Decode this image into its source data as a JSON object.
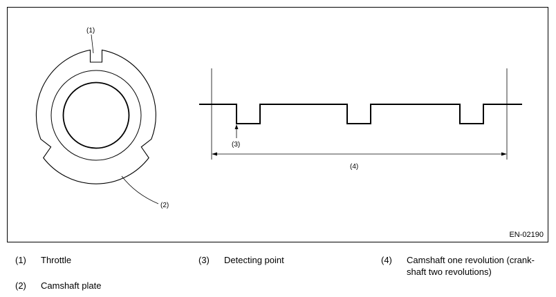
{
  "figure": {
    "code": "EN-02190",
    "callouts": {
      "c1": "(1)",
      "c2": "(2)",
      "c3": "(3)",
      "c4": "(4)"
    }
  },
  "legend": [
    {
      "num": "(1)",
      "text": "Throttle"
    },
    {
      "num": "(2)",
      "text": "Camshaft plate"
    },
    {
      "num": "(3)",
      "text": "Detecting point"
    },
    {
      "num": "(4)",
      "text": "Camshaft one revolution (crank-shaft two revolutions)",
      "line1": "Camshaft one revolution (crank-",
      "line2": "shaft two revolutions)"
    }
  ]
}
